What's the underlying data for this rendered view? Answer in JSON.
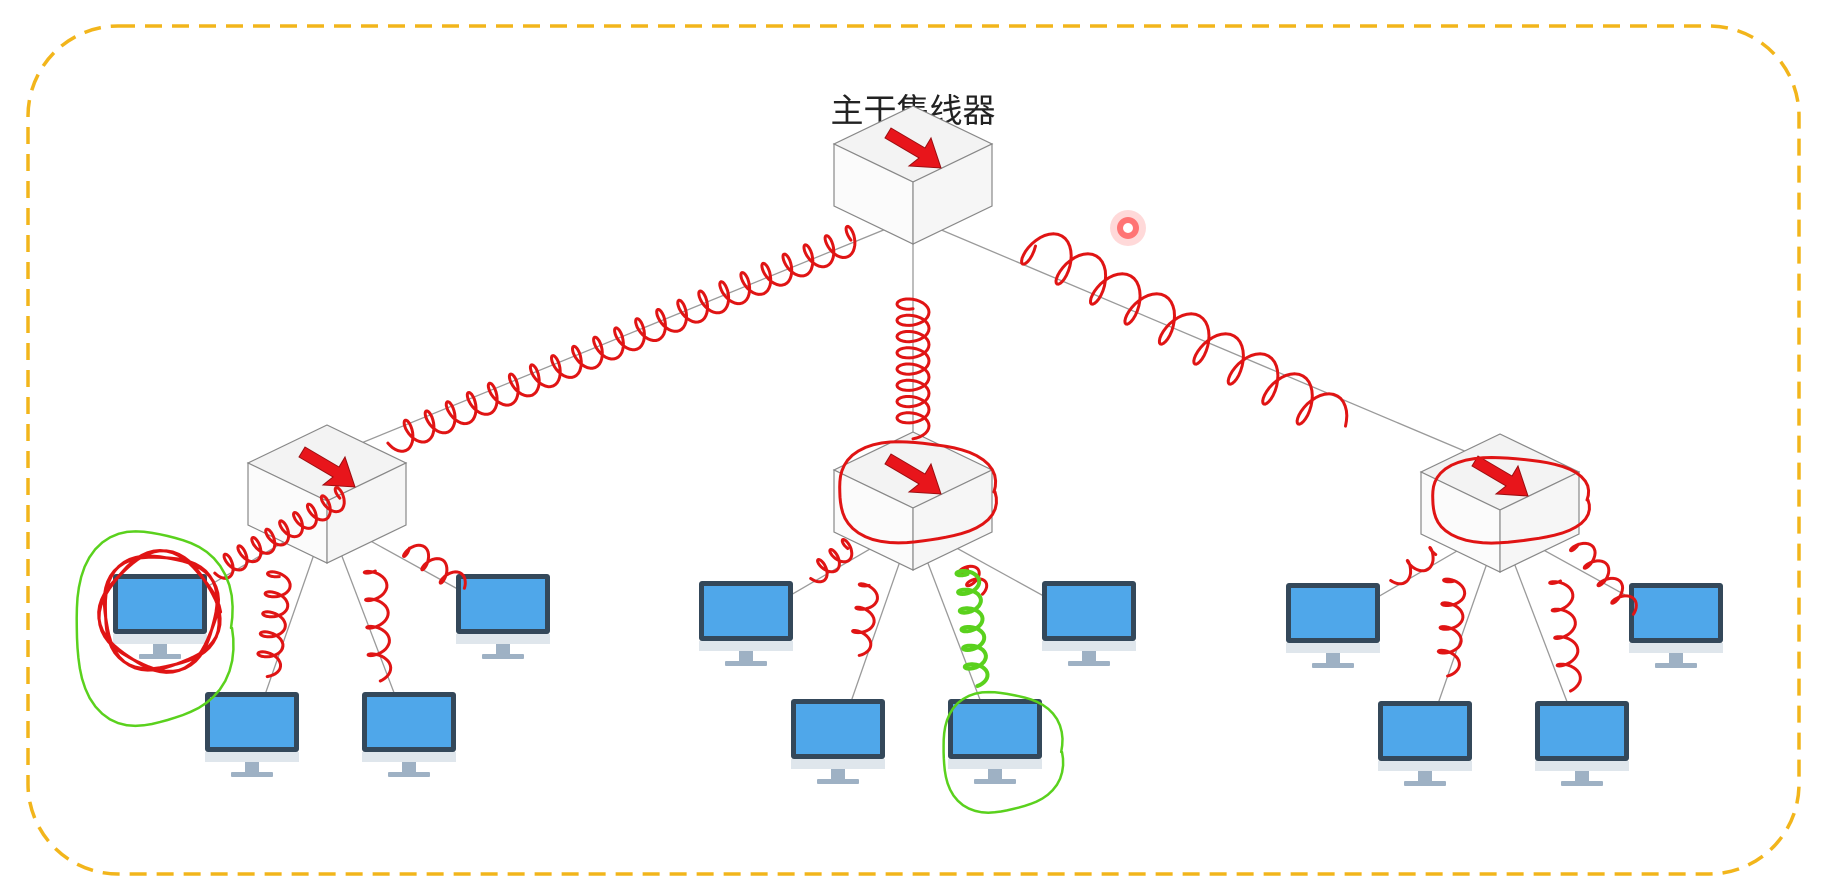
{
  "diagram": {
    "title": "主干集线器",
    "colors": {
      "frame_dash": "#F2B51B",
      "background": "#ffffff",
      "hub_face": "#f3f3f3",
      "hub_edge": "#888888",
      "hub_arrow": "#e8151b",
      "connector_line": "#9a9a9a",
      "annotation_red": "#e01414",
      "annotation_green": "#5ad11d",
      "monitor_screen": "#4fa7ea",
      "monitor_bezel": "#34485a",
      "monitor_stand": "#9eb1c4",
      "monitor_chin": "#dfe6ec"
    },
    "icons": {
      "hub": "hub-cube-icon",
      "computer": "desktop-monitor-icon",
      "laser_pointer": "laser-pointer-dot"
    },
    "nodes": {
      "backbone_hub": "hub",
      "branch_hubs": 3,
      "computers_per_branch": 4
    }
  }
}
